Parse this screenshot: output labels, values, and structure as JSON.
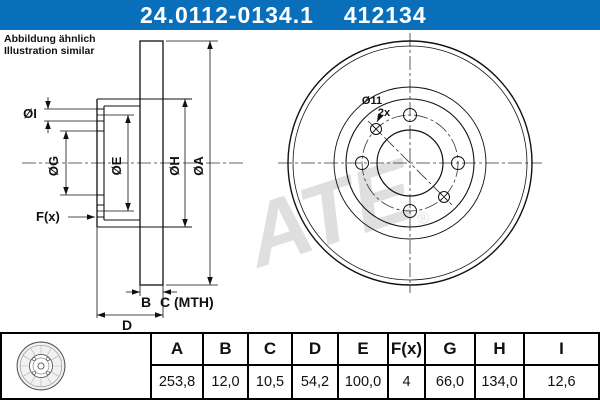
{
  "header": {
    "part_number": "24.0112-0134.1",
    "reference_number": "412134",
    "bg_color": "#0a6fba"
  },
  "notes": {
    "line1": "Abbildung ähnlich",
    "line2": "Illustration similar"
  },
  "watermark": {
    "text": "ATE",
    "registered": "®"
  },
  "drawing": {
    "labels": {
      "dia_i": "ØI",
      "dia_g": "ØG",
      "dia_e": "ØE",
      "dia_h": "ØH",
      "dia_a": "ØA",
      "f": "F(x)",
      "b": "B",
      "c_mth": "C (MTH)",
      "d": "D",
      "hole_dia": "Ø11",
      "hole_count": "2x"
    }
  },
  "table": {
    "columns": [
      "A",
      "B",
      "C",
      "D",
      "E",
      "F(x)",
      "G",
      "H",
      "I"
    ],
    "values": [
      "253,8",
      "12,0",
      "10,5",
      "54,2",
      "100,0",
      "4",
      "66,0",
      "134,0",
      "12,6"
    ]
  }
}
